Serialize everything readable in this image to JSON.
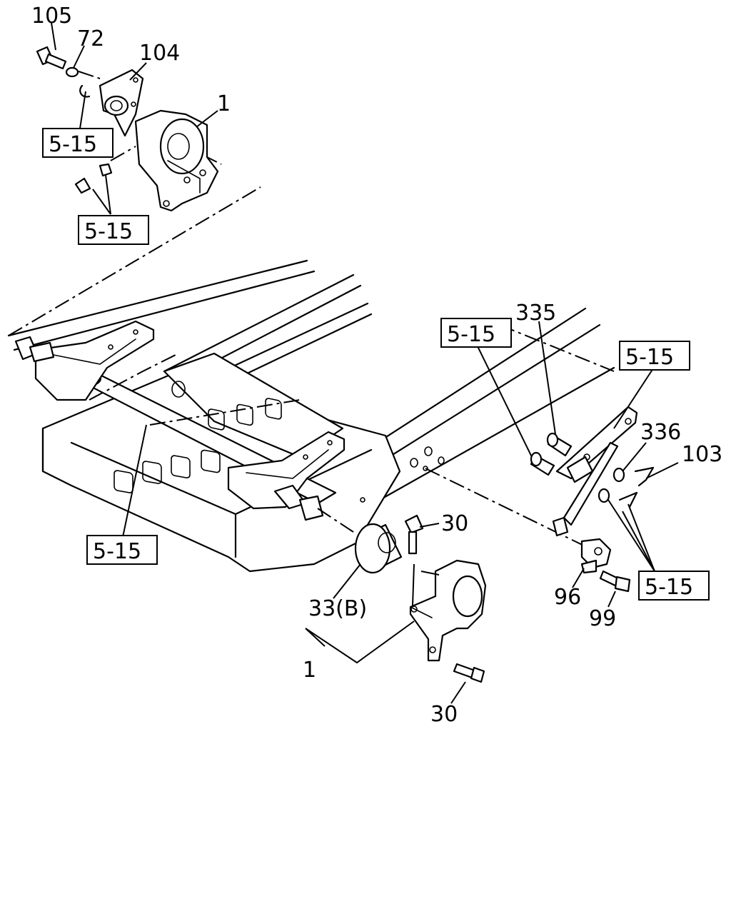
{
  "diagram": {
    "callouts": {
      "c105": "105",
      "c72": "72",
      "c104": "104",
      "c1_top": "1",
      "c335": "335",
      "c336": "336",
      "c103": "103",
      "c30_top": "30",
      "c96": "96",
      "c99": "99",
      "c33b": "33(B)",
      "c1_bottom": "1",
      "c30_bottom": "30"
    },
    "references": {
      "r1": "5-15",
      "r2": "5-15",
      "r3": "5-15",
      "r4": "5-15",
      "r5": "5-15",
      "r6": "5-15"
    }
  }
}
